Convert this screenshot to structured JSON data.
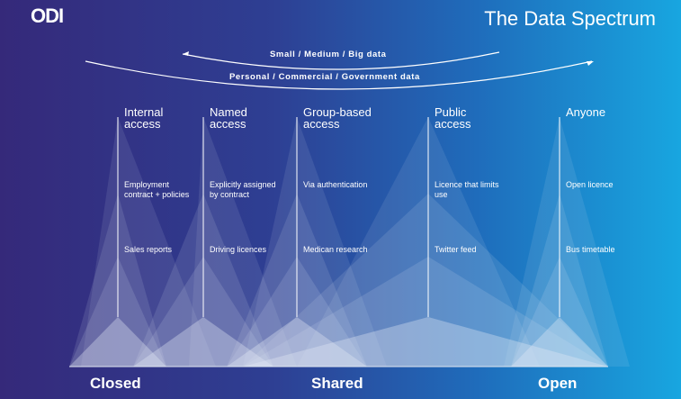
{
  "logo": "ODI",
  "title": "The Data Spectrum",
  "arcs": {
    "top": "Small  /  Medium  /  Big data",
    "bottom": "Personal  /  Commercial  /  Government data"
  },
  "columns": [
    {
      "heading": "Internal access",
      "desc1": "Employment contract + policies",
      "desc2": "Sales reports"
    },
    {
      "heading": "Named access",
      "desc1": "Explicitly assigned by contract",
      "desc2": "Driving licences"
    },
    {
      "heading": "Group-based access",
      "desc1": "Via authentication",
      "desc2": "Medican research"
    },
    {
      "heading": "Public access",
      "desc1": "Licence that limits use",
      "desc2": "Twitter feed"
    },
    {
      "heading": "Anyone",
      "desc1": "Open licence",
      "desc2": "Bus timetable"
    }
  ],
  "scale": {
    "closed": "Closed",
    "shared": "Shared",
    "open": "Open"
  }
}
